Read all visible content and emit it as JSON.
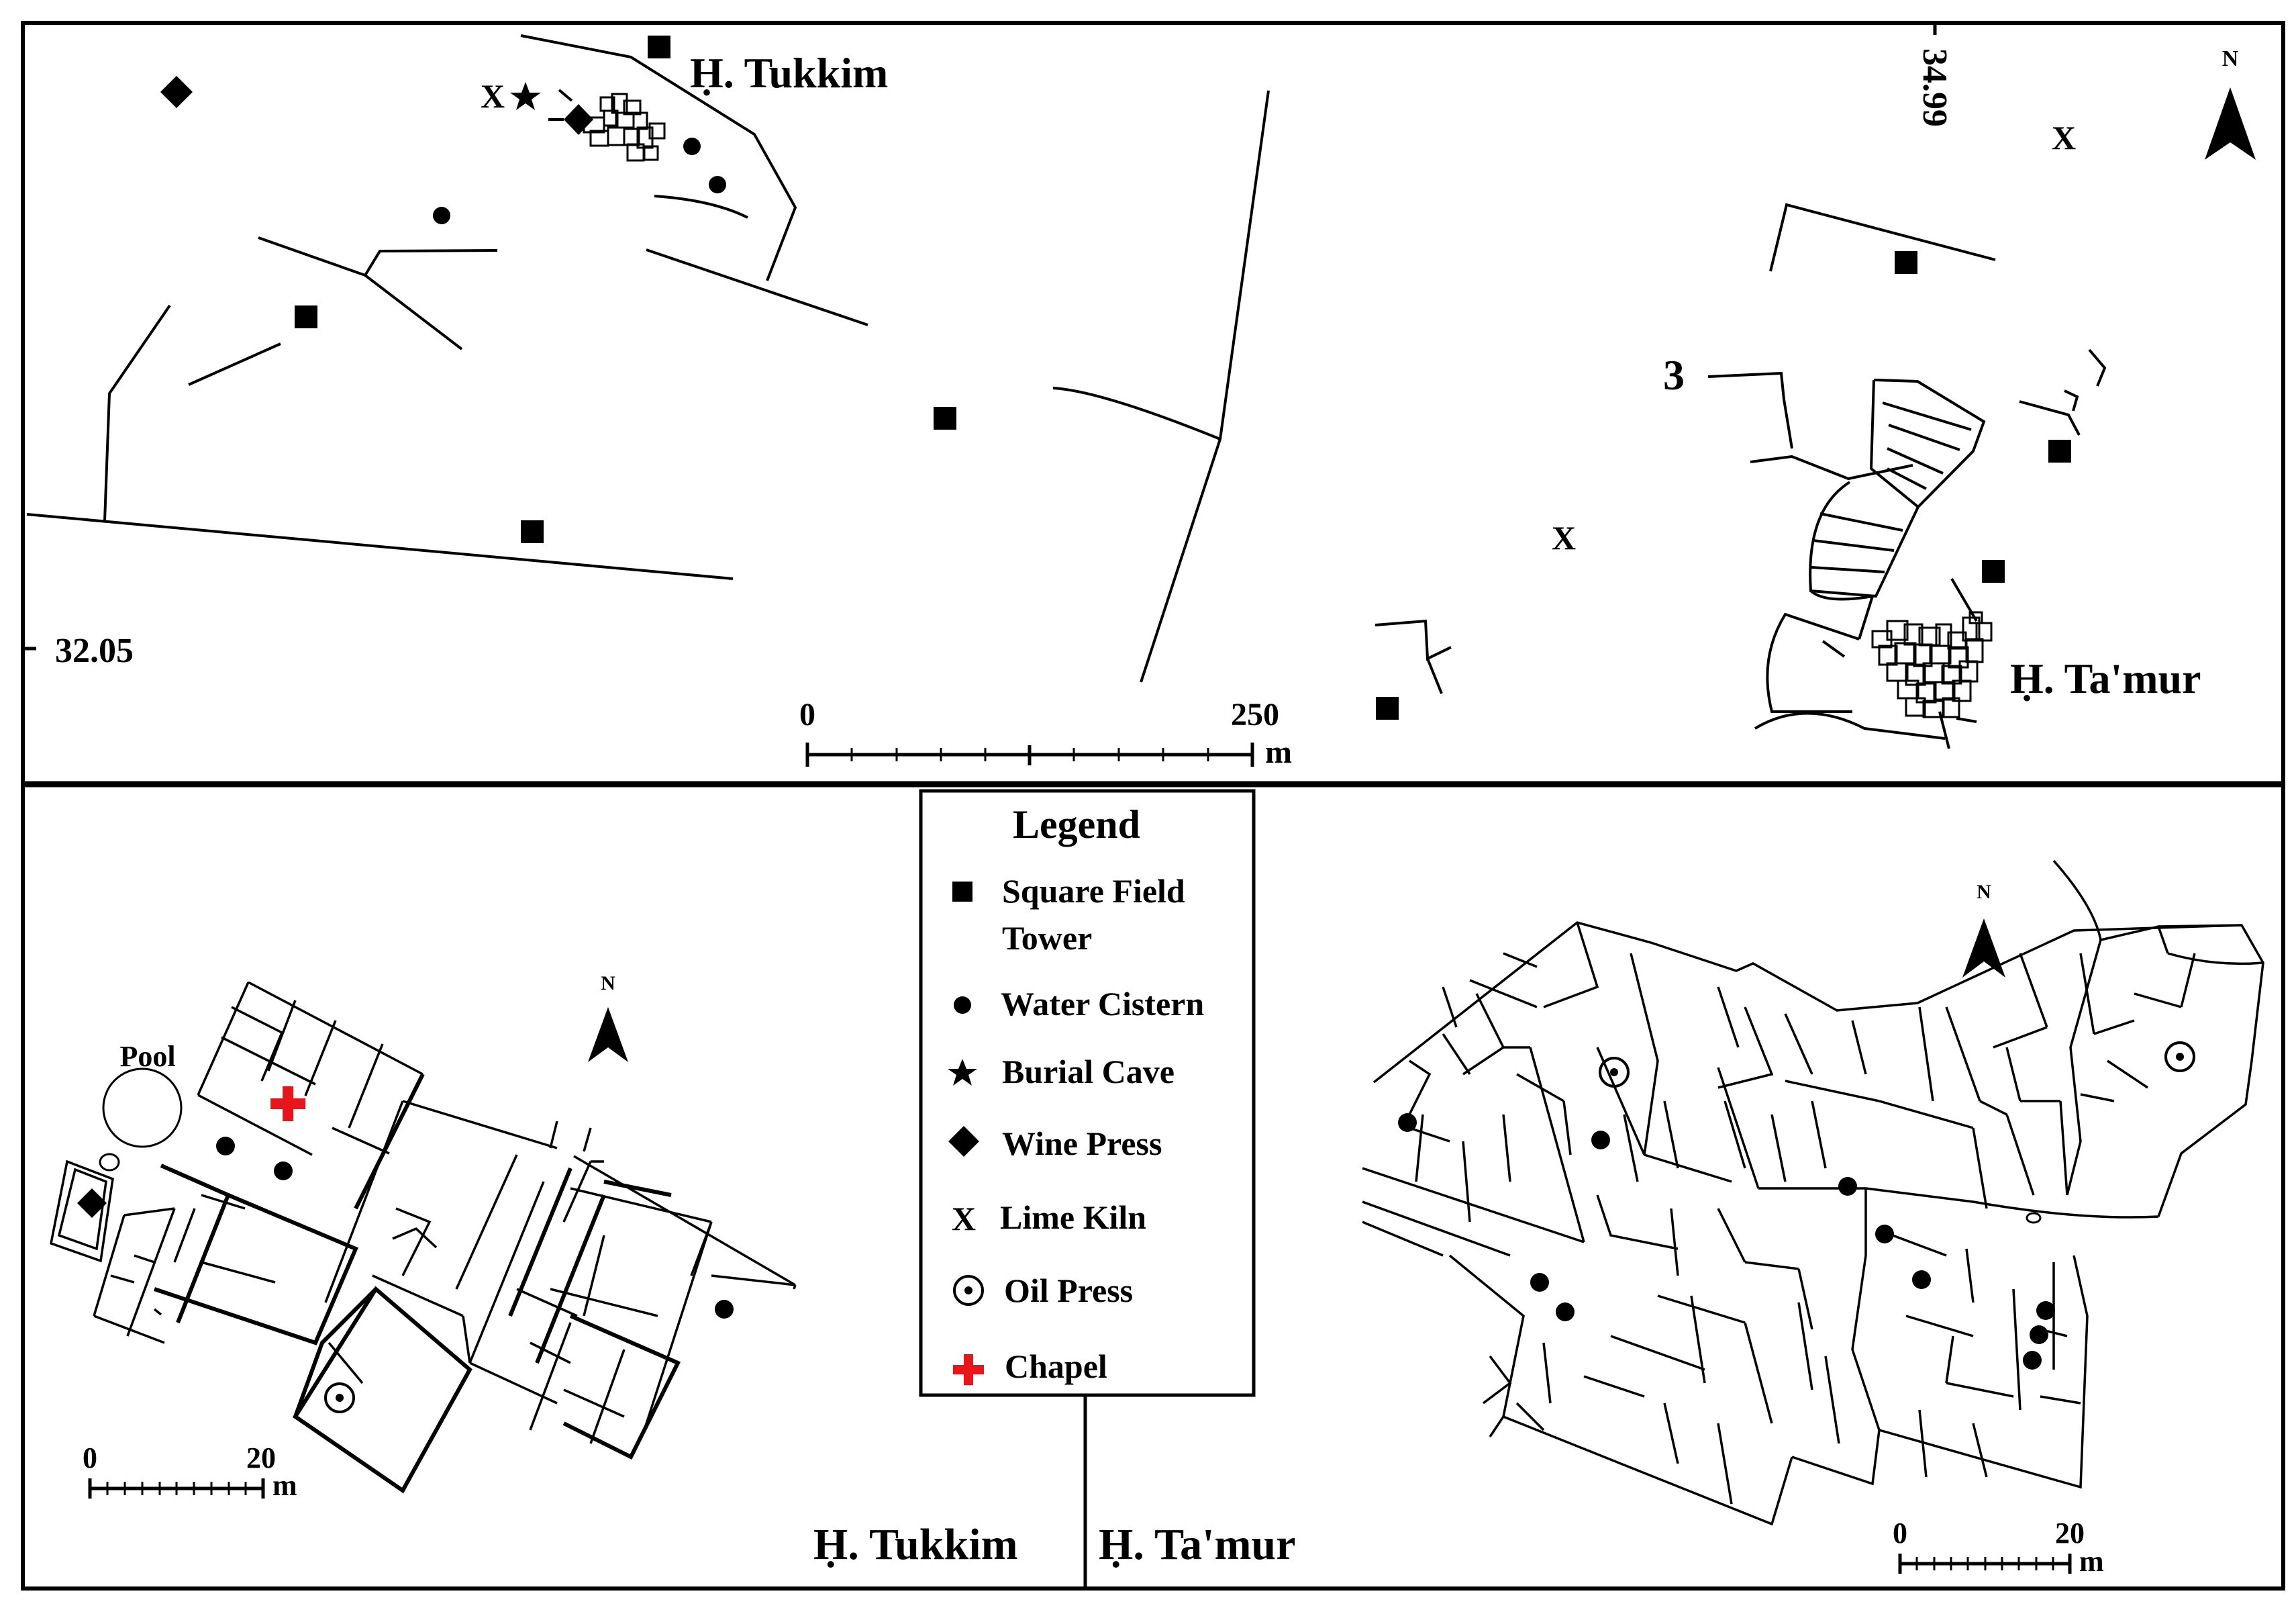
{
  "colors": {
    "ink": "#000000",
    "chapel": "#e8161b",
    "paper": "#ffffff"
  },
  "overview": {
    "site_labels": {
      "tukkim": "Ḥ. Tukkim",
      "tamur": "Ḥ. Ta'mur"
    },
    "coord_x": "34.99",
    "coord_y": "32.05",
    "road_number": "3",
    "north_label": "N",
    "scale": {
      "start": "0",
      "end": "250",
      "unit": "m"
    }
  },
  "legend": {
    "title": "Legend",
    "items": [
      {
        "symbol": "square-field-tower-icon",
        "label_line1": "Square Field",
        "label_line2": "Tower"
      },
      {
        "symbol": "water-cistern-icon",
        "label_line1": "Water Cistern"
      },
      {
        "symbol": "burial-cave-icon",
        "label_line1": "Burial Cave"
      },
      {
        "symbol": "wine-press-icon",
        "label_line1": "Wine Press"
      },
      {
        "symbol": "lime-kiln-icon",
        "label_line1": "Lime Kiln"
      },
      {
        "symbol": "oil-press-icon",
        "label_line1": "Oil Press"
      },
      {
        "symbol": "chapel-icon",
        "label_line1": "Chapel"
      }
    ]
  },
  "tukkim_plan": {
    "title": "Ḥ. Tukkim",
    "pool_label": "Pool",
    "north_label": "N",
    "scale": {
      "start": "0",
      "end": "20",
      "unit": "m"
    }
  },
  "tamur_plan": {
    "title": "Ḥ. Ta'mur",
    "north_label": "N",
    "scale": {
      "start": "0",
      "end": "20",
      "unit": "m"
    }
  }
}
